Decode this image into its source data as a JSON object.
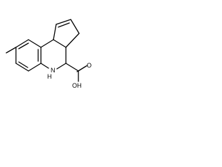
{
  "molecule": {
    "atom_labels": {
      "nh": "N",
      "nh_h": "H",
      "acid_oh": "OH",
      "acid_o": "O"
    },
    "colors": {
      "bond": "#000000",
      "label": "#000000",
      "background": "#ffffff"
    }
  }
}
